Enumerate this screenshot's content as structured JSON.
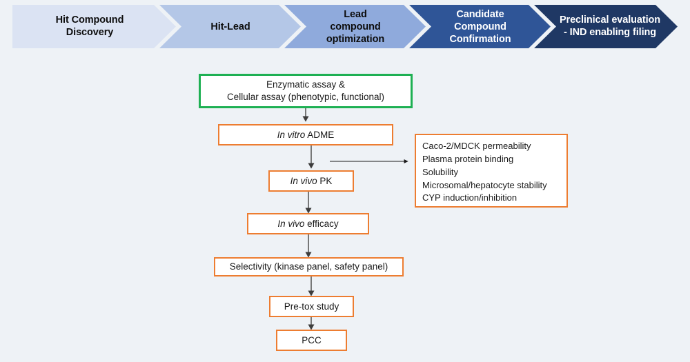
{
  "background_color": "#eef2f6",
  "banner": {
    "name": "drug-discovery-stage-banner",
    "stages": [
      {
        "label_line1": "Hit Compound",
        "label_line2": "Discovery",
        "label_line3": "",
        "fill": "#dbe3f3",
        "text_color": "#0d0d0d"
      },
      {
        "label_line1": "Hit-Lead",
        "label_line2": "",
        "label_line3": "",
        "fill": "#b4c7e7",
        "text_color": "#0d0d0d"
      },
      {
        "label_line1": "Lead",
        "label_line2": "compound",
        "label_line3": "optimization",
        "fill": "#8faadc",
        "text_color": "#0d0d0d"
      },
      {
        "label_line1": "Candidate",
        "label_line2": "Compound",
        "label_line3": "Confirmation",
        "fill": "#2f5597",
        "text_color": "#ffffff"
      },
      {
        "label_line1": "Preclinical evaluation",
        "label_line2": "- IND enabling filing",
        "label_line3": "",
        "fill": "#1f3864",
        "text_color": "#ffffff"
      }
    ]
  },
  "flow": {
    "nodes": [
      {
        "id": "assay",
        "line1": "Enzymatic assay &",
        "line2": "Cellular assay (phenotypic, functional)",
        "border_color": "#1eb053"
      },
      {
        "id": "invitro",
        "italic": "In vitro",
        "rest": " ADME",
        "border_color": "#ed7d31"
      },
      {
        "id": "invivopk",
        "italic": "In vivo",
        "rest": " PK",
        "border_color": "#ed7d31"
      },
      {
        "id": "efficacy",
        "italic": "In vivo",
        "rest": " efficacy",
        "border_color": "#ed7d31"
      },
      {
        "id": "selectivity",
        "line1": "Selectivity (kinase panel, safety panel)",
        "border_color": "#ed7d31"
      },
      {
        "id": "pretox",
        "line1": "Pre-tox study",
        "border_color": "#ed7d31"
      },
      {
        "id": "pcc",
        "line1": "PCC",
        "border_color": "#ed7d31"
      }
    ]
  },
  "adme_panel": {
    "name": "in-vitro-adme-detail-panel",
    "border_color": "#ed7d31",
    "items": [
      "Caco-2/MDCK permeability",
      "Plasma protein binding",
      "Solubility",
      "Microsomal/hepatocyte stability",
      "CYP induction/inhibition"
    ]
  }
}
